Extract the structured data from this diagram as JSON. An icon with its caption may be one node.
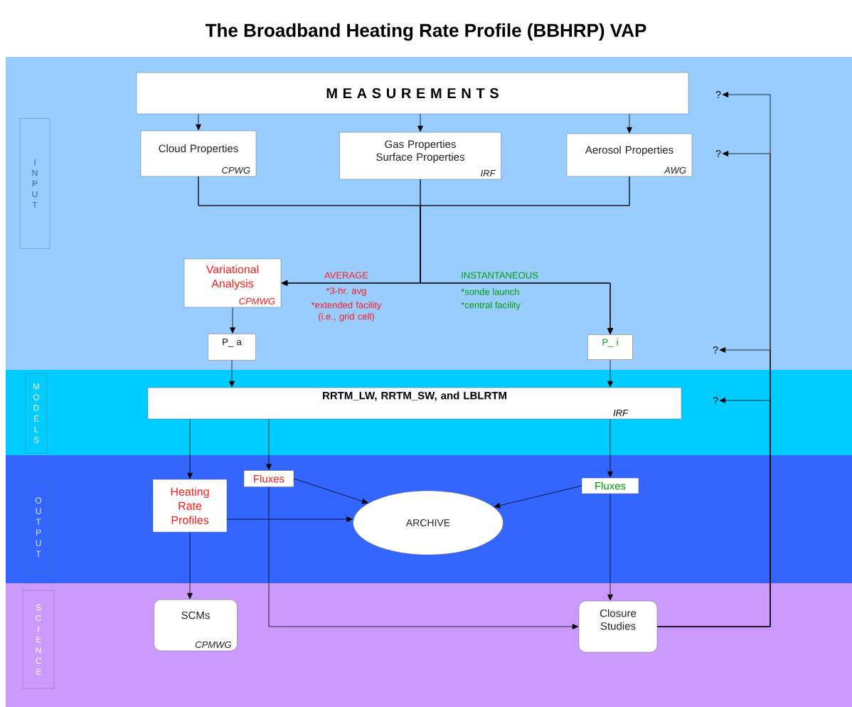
{
  "diagram": {
    "title": "The Broadband Heating Rate Profile (BBHRP)   VAP",
    "nodes": [
      {
        "text": [
          "I N P U T"
        ]
      },
      {
        "text": [
          "M E A S U R E M E N T S"
        ]
      },
      {
        "text": [
          "Cloud Properties",
          "CPWG"
        ]
      },
      {
        "text": [
          "Gas Properties Surface Properties",
          "IRF"
        ]
      },
      {
        "text": [
          "Aerosol Properties",
          "AWG"
        ]
      },
      {
        "text": [
          "Variational Analysis",
          "CPMWG"
        ]
      },
      {
        "text": [
          "P_ a"
        ]
      },
      {
        "text": [
          "P_ i"
        ]
      },
      {
        "text": [
          "M O D E L S"
        ]
      },
      {
        "text": [
          "RRTM_LW, RRTM_SW, and LBLRTM",
          "IRF"
        ]
      },
      {
        "text": [
          "O U T P U T"
        ]
      },
      {
        "text": [
          "Heating Rate Profiles"
        ]
      },
      {
        "text": [
          "Fluxes"
        ]
      },
      {
        "text": [
          "ARCHIVE"
        ]
      },
      {
        "text": [
          "Fluxes"
        ]
      },
      {
        "text": [
          "S C I E N C E"
        ]
      },
      {
        "text": [
          "SCMs",
          "CPMWG"
        ]
      },
      {
        "text": [
          "Closure Studies"
        ]
      },
      {
        "text": [
          "?"
        ]
      },
      {
        "text": [
          "?"
        ]
      },
      {
        "text": [
          "?"
        ]
      },
      {
        "text": [
          "?"
        ]
      }
    ],
    "edges": [
      {
        "from": 1,
        "to": 2,
        "arrow": "to"
      },
      {
        "from": 1,
        "to": 3,
        "arrow": "to"
      },
      {
        "from": 1,
        "to": 4,
        "arrow": "to"
      },
      {
        "from": 2,
        "to": 5,
        "arrow": "to"
      },
      {
        "from": 3,
        "to": 5,
        "arrow": "to"
      },
      {
        "from": 4,
        "to": 5,
        "arrow": "to"
      },
      {
        "from": 2,
        "to": 7,
        "arrow": "to"
      },
      {
        "from": 3,
        "to": 7,
        "arrow": "to"
      },
      {
        "from": 4,
        "to": 7,
        "arrow": "to"
      },
      {
        "from": 5,
        "to": 6,
        "arrow": "to"
      },
      {
        "from": 6,
        "to": 9,
        "arrow": "to"
      },
      {
        "from": 7,
        "to": 9,
        "arrow": "to"
      },
      {
        "from": 9,
        "to": 11,
        "arrow": "to"
      },
      {
        "from": 9,
        "to": 12,
        "arrow": "to"
      },
      {
        "from": 9,
        "to": 14,
        "arrow": "to"
      },
      {
        "from": 12,
        "to": 13,
        "arrow": "to"
      },
      {
        "from": 11,
        "to": 13,
        "arrow": "to"
      },
      {
        "from": 14,
        "to": 13,
        "arrow": "to"
      },
      {
        "from": 11,
        "to": 16,
        "arrow": "to"
      },
      {
        "from": 12,
        "to": 17,
        "arrow": "to"
      },
      {
        "from": 14,
        "to": 17,
        "arrow": "to"
      },
      {
        "from": 17,
        "to": 18,
        "arrow": "to"
      },
      {
        "from": 17,
        "to": 19,
        "arrow": "to"
      },
      {
        "from": 17,
        "to": 20,
        "arrow": "to"
      },
      {
        "from": 17,
        "to": 21,
        "arrow": "to"
      }
    ],
    "labels": [
      "AVERAGE",
      "*3-hr. avg",
      "*extended facility (i.e., grid cell)",
      "INSTANTANEOUS",
      "*sonde launch",
      "*central facility"
    ]
  }
}
